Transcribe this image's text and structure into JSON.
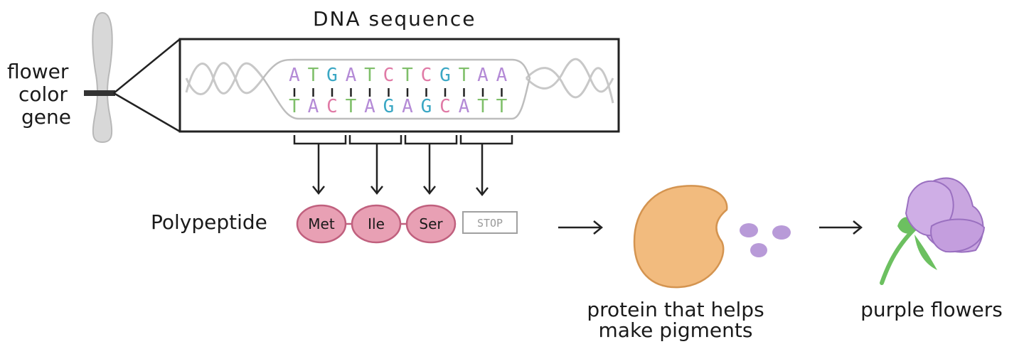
{
  "labels": {
    "gene": [
      "flower",
      "color",
      "gene"
    ],
    "dna_title": "DNA sequence",
    "polypeptide": "Polypeptide",
    "protein": [
      "protein that helps",
      "make pigments"
    ],
    "flowers": "purple flowers"
  },
  "dna": {
    "top": [
      {
        "b": "A",
        "c": "#b48ad6"
      },
      {
        "b": "T",
        "c": "#7fbf6a"
      },
      {
        "b": "G",
        "c": "#3aa7c4"
      },
      {
        "b": "A",
        "c": "#b48ad6"
      },
      {
        "b": "T",
        "c": "#7fbf6a"
      },
      {
        "b": "C",
        "c": "#e07aa6"
      },
      {
        "b": "T",
        "c": "#7fbf6a"
      },
      {
        "b": "C",
        "c": "#e07aa6"
      },
      {
        "b": "G",
        "c": "#3aa7c4"
      },
      {
        "b": "T",
        "c": "#7fbf6a"
      },
      {
        "b": "A",
        "c": "#b48ad6"
      },
      {
        "b": "A",
        "c": "#b48ad6"
      }
    ],
    "bottom": [
      {
        "b": "T",
        "c": "#7fbf6a"
      },
      {
        "b": "A",
        "c": "#b48ad6"
      },
      {
        "b": "C",
        "c": "#e07aa6"
      },
      {
        "b": "T",
        "c": "#7fbf6a"
      },
      {
        "b": "A",
        "c": "#b48ad6"
      },
      {
        "b": "G",
        "c": "#3aa7c4"
      },
      {
        "b": "A",
        "c": "#b48ad6"
      },
      {
        "b": "G",
        "c": "#3aa7c4"
      },
      {
        "b": "C",
        "c": "#e07aa6"
      },
      {
        "b": "A",
        "c": "#b48ad6"
      },
      {
        "b": "T",
        "c": "#7fbf6a"
      },
      {
        "b": "T",
        "c": "#7fbf6a"
      }
    ]
  },
  "amino_acids": [
    "Met",
    "Ile",
    "Ser"
  ],
  "stop": "STOP",
  "colors": {
    "amino": "#e8a0b4",
    "amino_stroke": "#c0607e",
    "protein": "#f2bb7e",
    "protein_stroke": "#d49450",
    "pigment": "#b89ad8",
    "petal": "#c9a6e0",
    "petal_stroke": "#9a70c0",
    "stem": "#6cc060",
    "chromosome": "#d8d8d8",
    "helix": "#c8c8c8"
  }
}
